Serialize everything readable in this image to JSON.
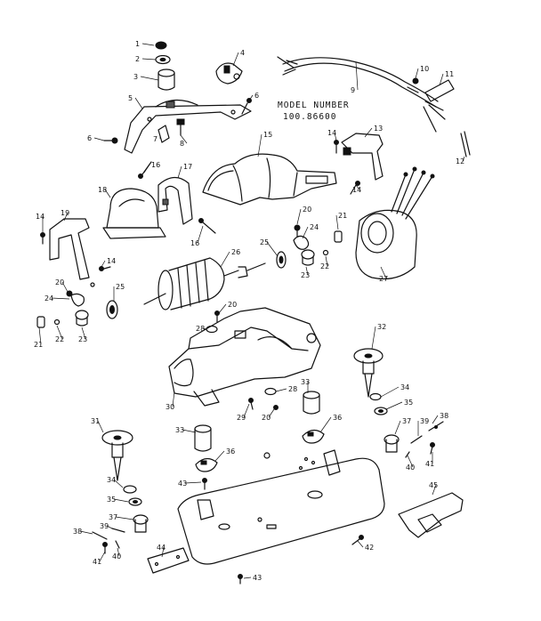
{
  "model": {
    "line1": "MODEL NUMBER",
    "line2": "100.86600"
  },
  "labels": [
    "1",
    "2",
    "3",
    "4",
    "5",
    "6",
    "6",
    "7",
    "8",
    "9",
    "10",
    "11",
    "12",
    "13",
    "14",
    "14",
    "14",
    "14",
    "15",
    "16",
    "16",
    "17",
    "18",
    "19",
    "20",
    "20",
    "20",
    "20",
    "21",
    "21",
    "22",
    "22",
    "23",
    "23",
    "24",
    "24",
    "25",
    "25",
    "26",
    "27",
    "28",
    "28",
    "29",
    "30",
    "31",
    "32",
    "33",
    "33",
    "34",
    "34",
    "35",
    "35",
    "36",
    "36",
    "37",
    "37",
    "38",
    "38",
    "39",
    "39",
    "40",
    "40",
    "41",
    "41",
    "42",
    "43",
    "43",
    "44",
    "45"
  ]
}
